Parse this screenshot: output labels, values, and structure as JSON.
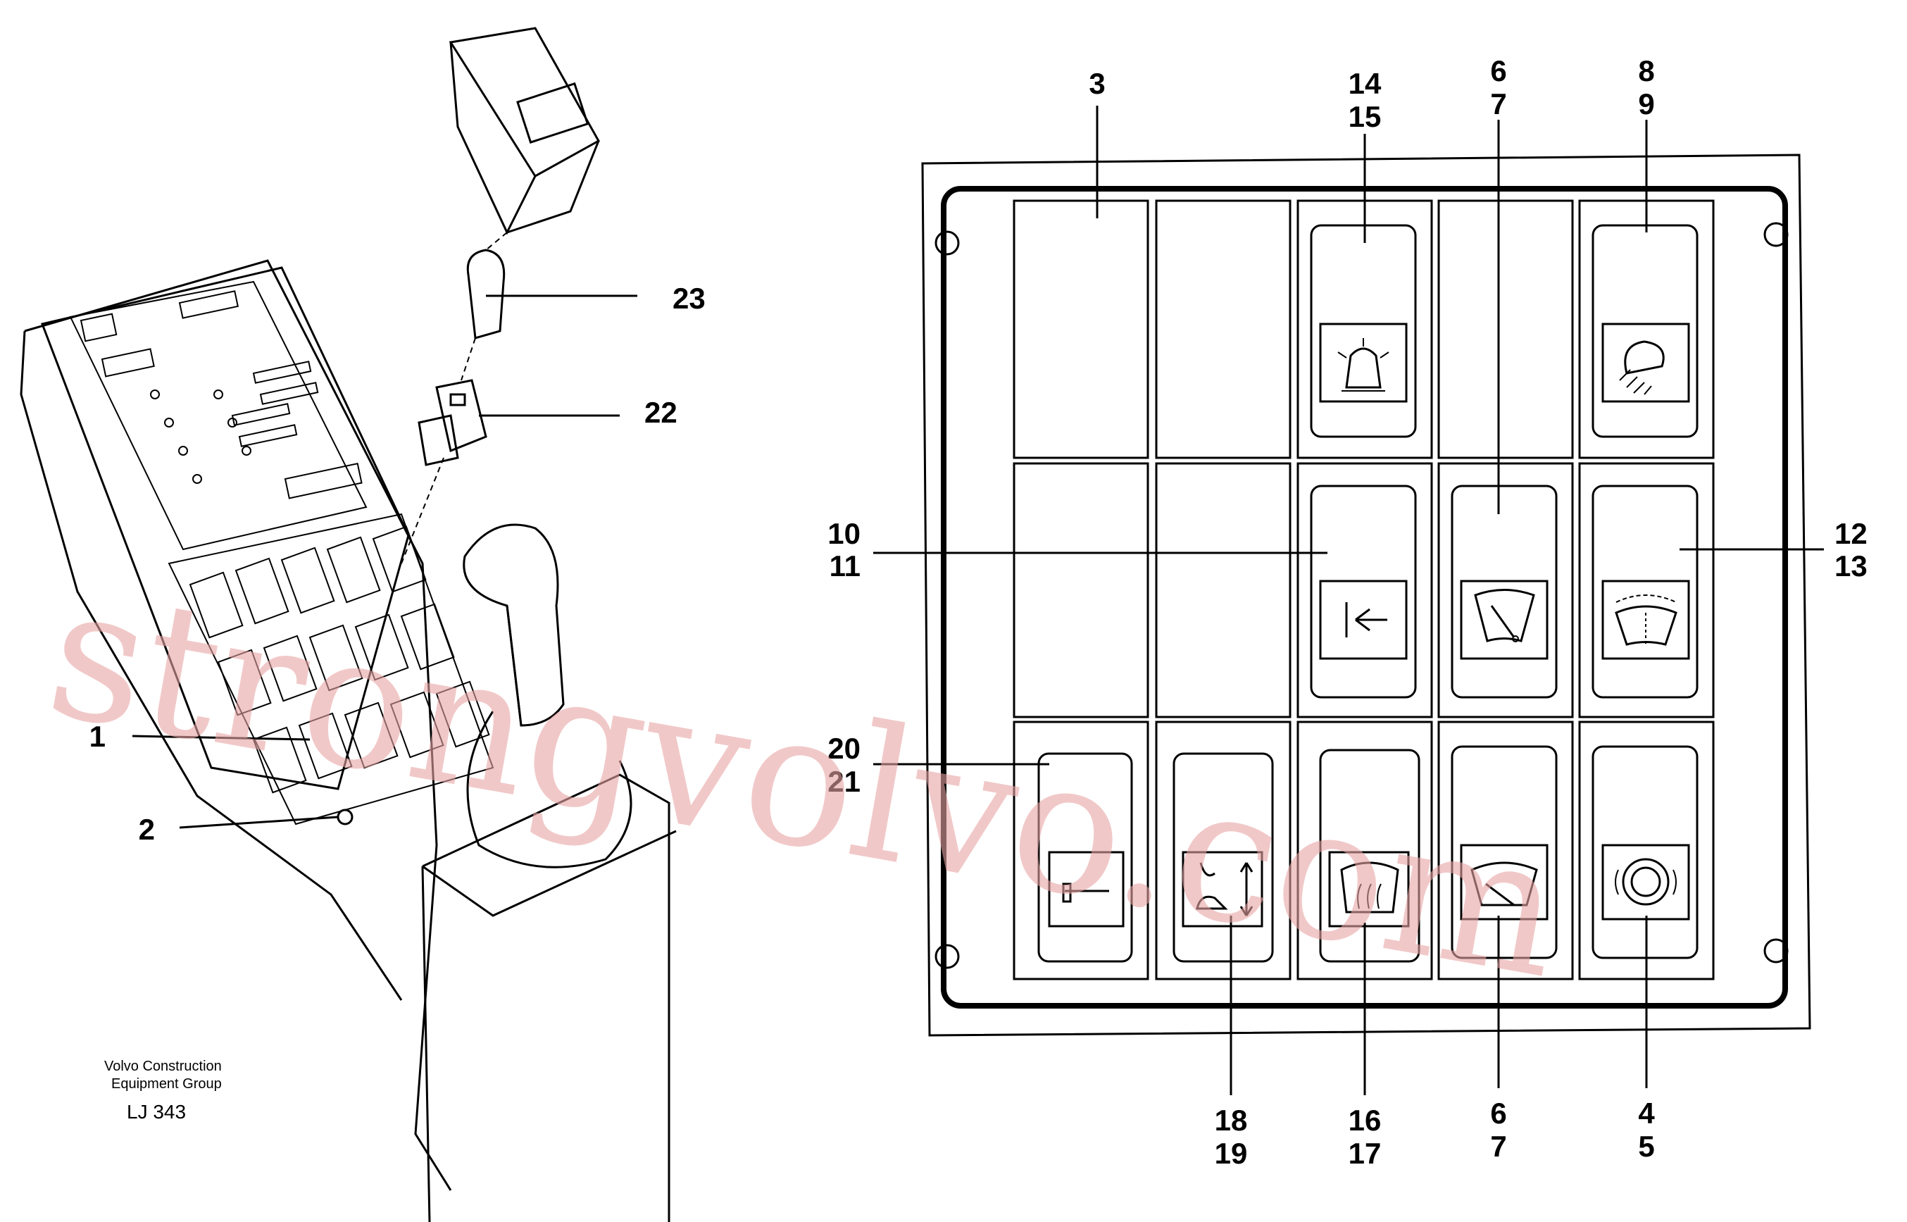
{
  "callouts": {
    "c1": "1",
    "c2": "2",
    "c3": "3",
    "c4": "4",
    "c5": "5",
    "c6a": "6",
    "c7a": "7",
    "c6b": "6",
    "c7b": "7",
    "c8": "8",
    "c9": "9",
    "c10": "10",
    "c11": "11",
    "c12": "12",
    "c13": "13",
    "c14": "14",
    "c15": "15",
    "c16": "16",
    "c17": "17",
    "c18": "18",
    "c19": "19",
    "c20": "20",
    "c21": "21",
    "c22": "22",
    "c23": "23"
  },
  "caption": {
    "line1": "Volvo Construction",
    "line2": "Equipment Group",
    "drawing_id": "LJ 343"
  },
  "watermark": {
    "text": "strongvolvo.com",
    "color": "#e8a4a4"
  },
  "icons": [
    "beacon-light-icon",
    "work-light-icon",
    "arrow-left-icon",
    "front-wiper-icon",
    "rear-wiper-icon",
    "hammer-icon",
    "bucket-updown-icon",
    "rear-defroster-icon",
    "wiper-icon",
    "parking-brake-icon"
  ]
}
